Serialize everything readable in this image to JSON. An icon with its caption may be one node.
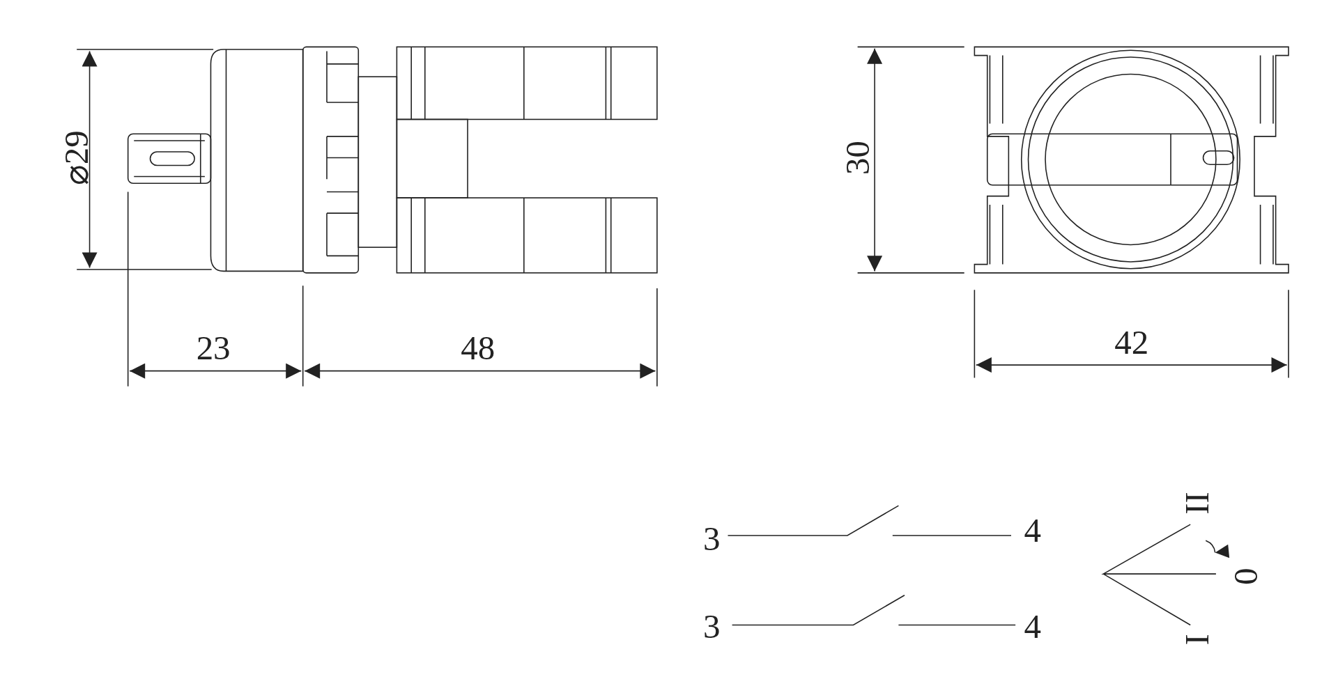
{
  "diagram": {
    "labels": [
      "⌀29",
      "30",
      "23",
      "48",
      "42",
      "II",
      "3",
      "4",
      "0",
      "3",
      "4",
      "I"
    ]
  }
}
